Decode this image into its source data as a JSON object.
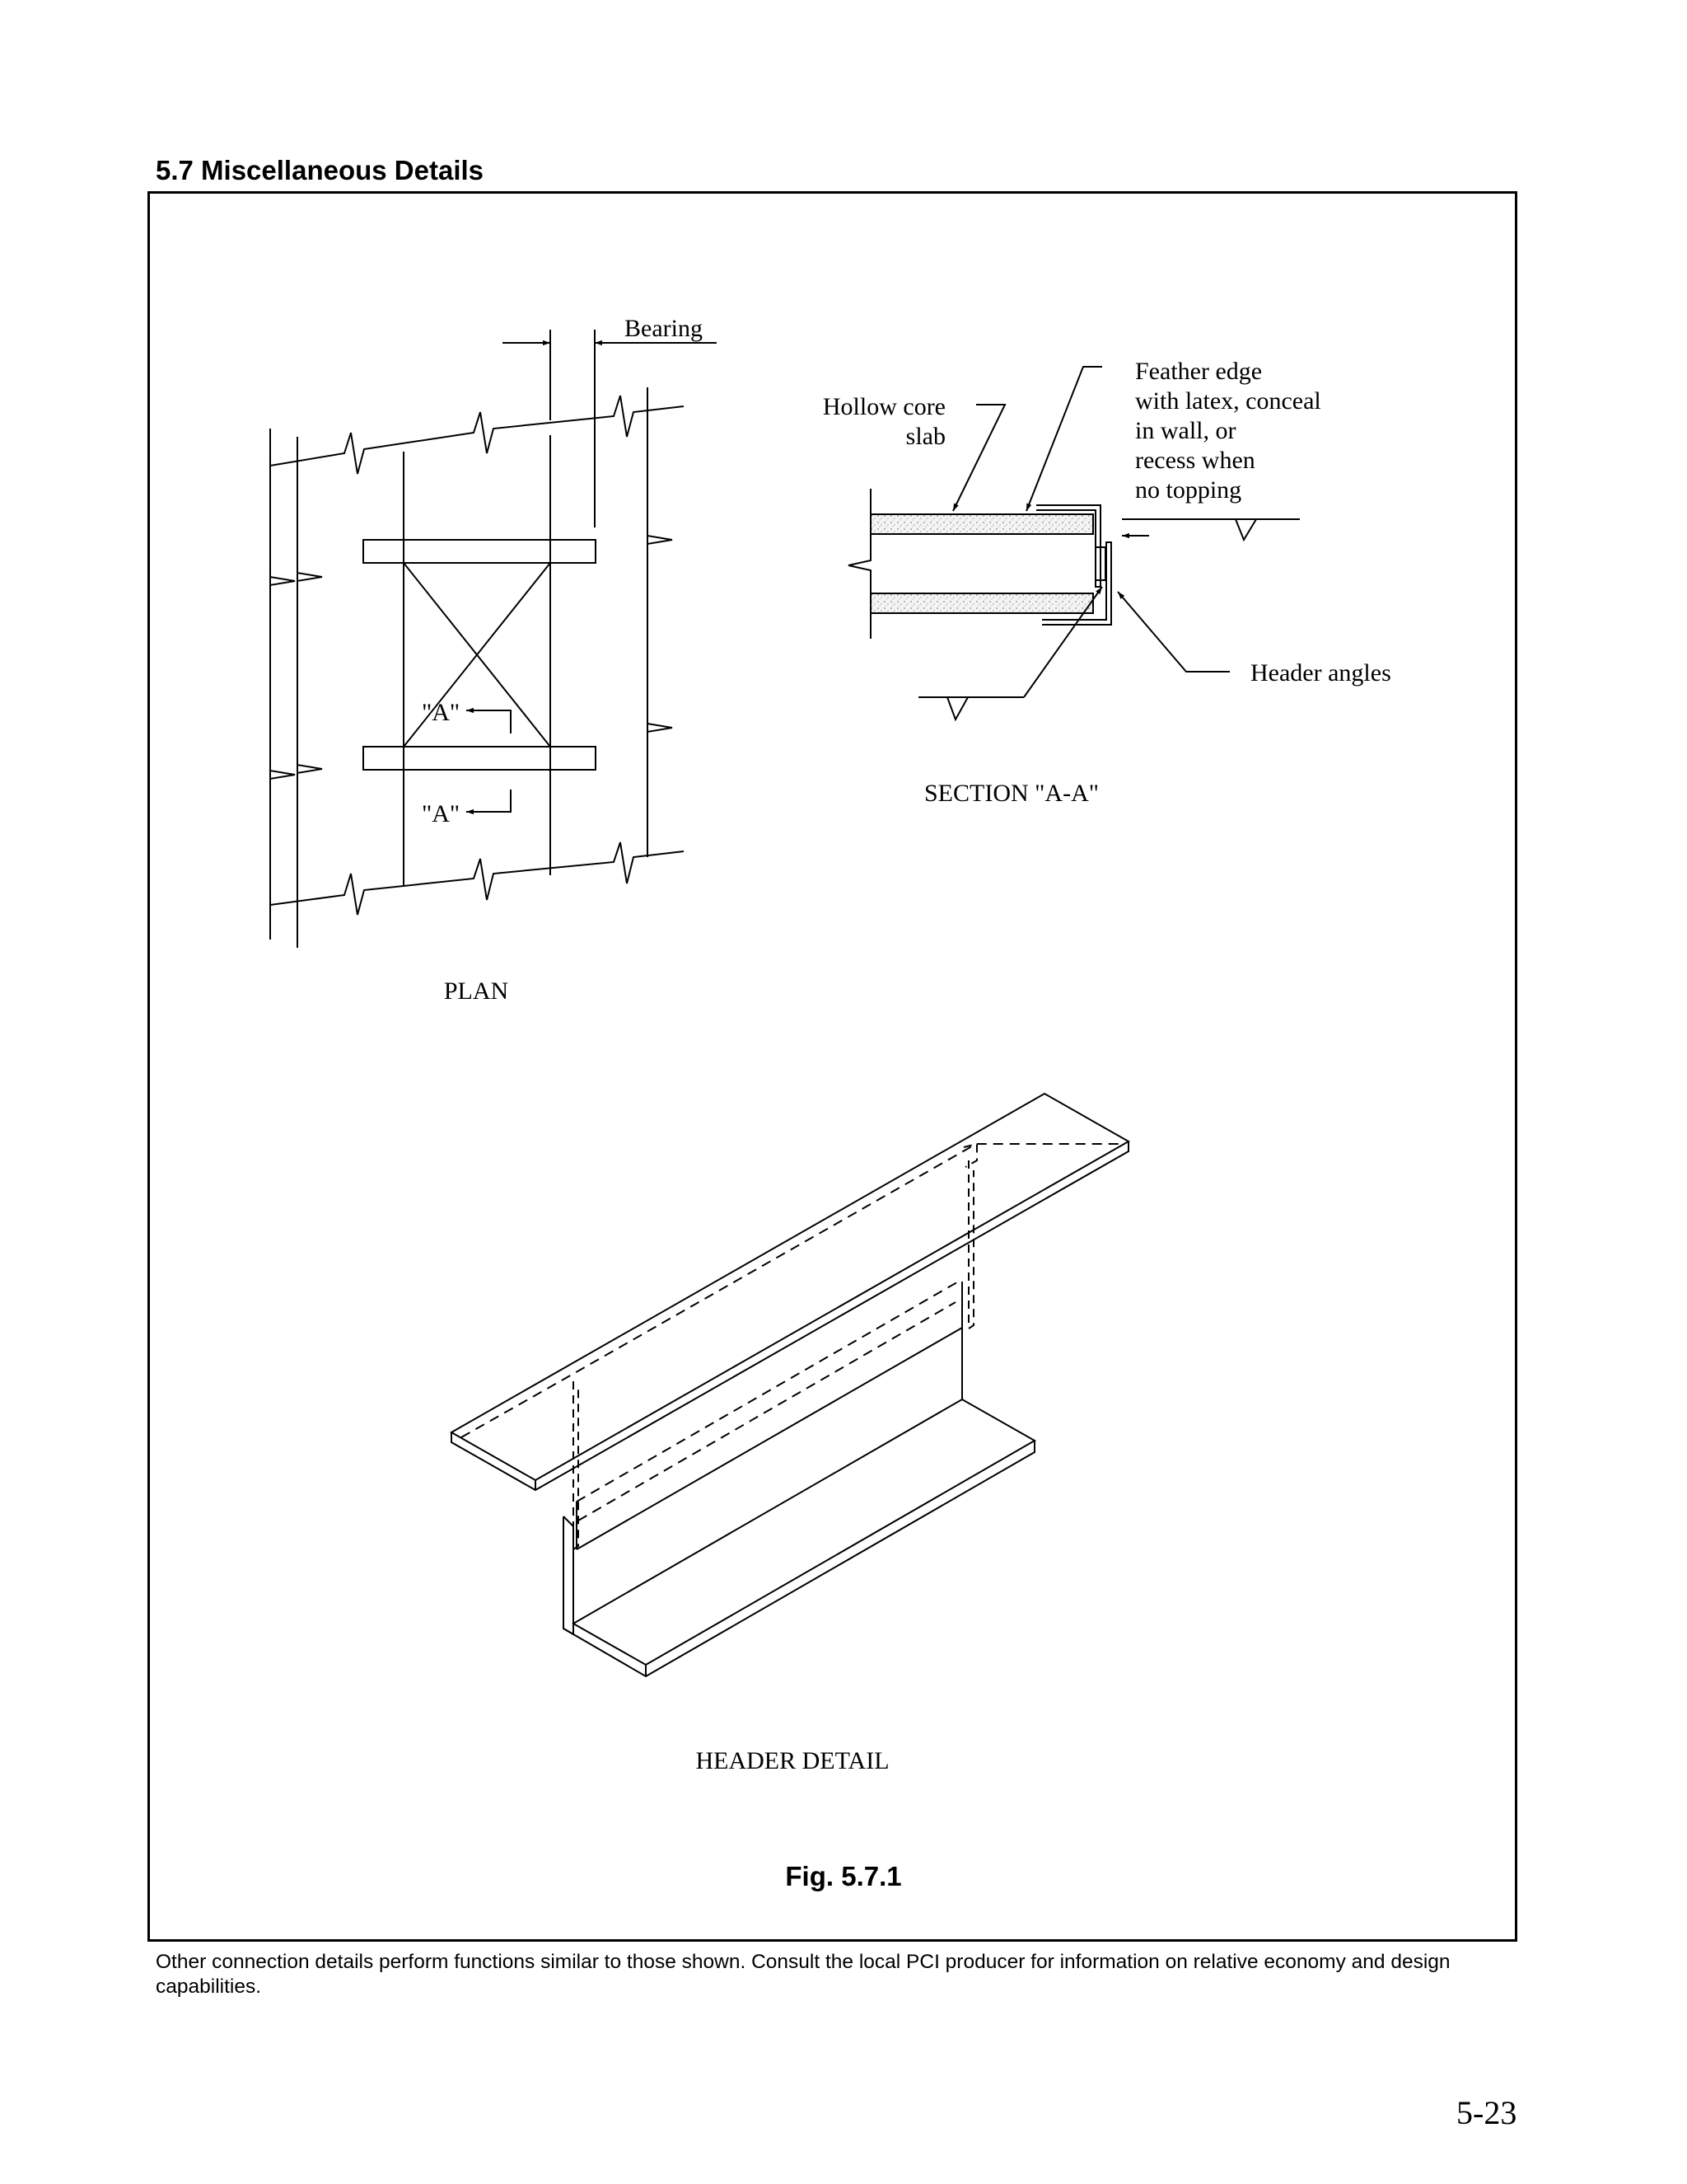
{
  "section_heading": "5.7   Miscellaneous Details",
  "plan": {
    "title": "PLAN",
    "bearing_label": "Bearing",
    "section_marker_upper": "\"A\"",
    "section_marker_lower": "\"A\""
  },
  "section": {
    "title": "SECTION \"A-A\"",
    "hollow_core_label": [
      "Hollow core",
      "slab"
    ],
    "feather_edge_label": [
      "Feather edge",
      "with latex, conceal",
      "in wall, or",
      "recess when",
      "no topping"
    ],
    "header_angles_label": "Header angles"
  },
  "header_detail": {
    "title": "HEADER DETAIL"
  },
  "figure_caption": "Fig. 5.7.1",
  "footnote": "Other connection details perform functions similar to those shown.  Consult the local PCI producer for information on relative economy and design capabilities.",
  "page_number": "5-23"
}
